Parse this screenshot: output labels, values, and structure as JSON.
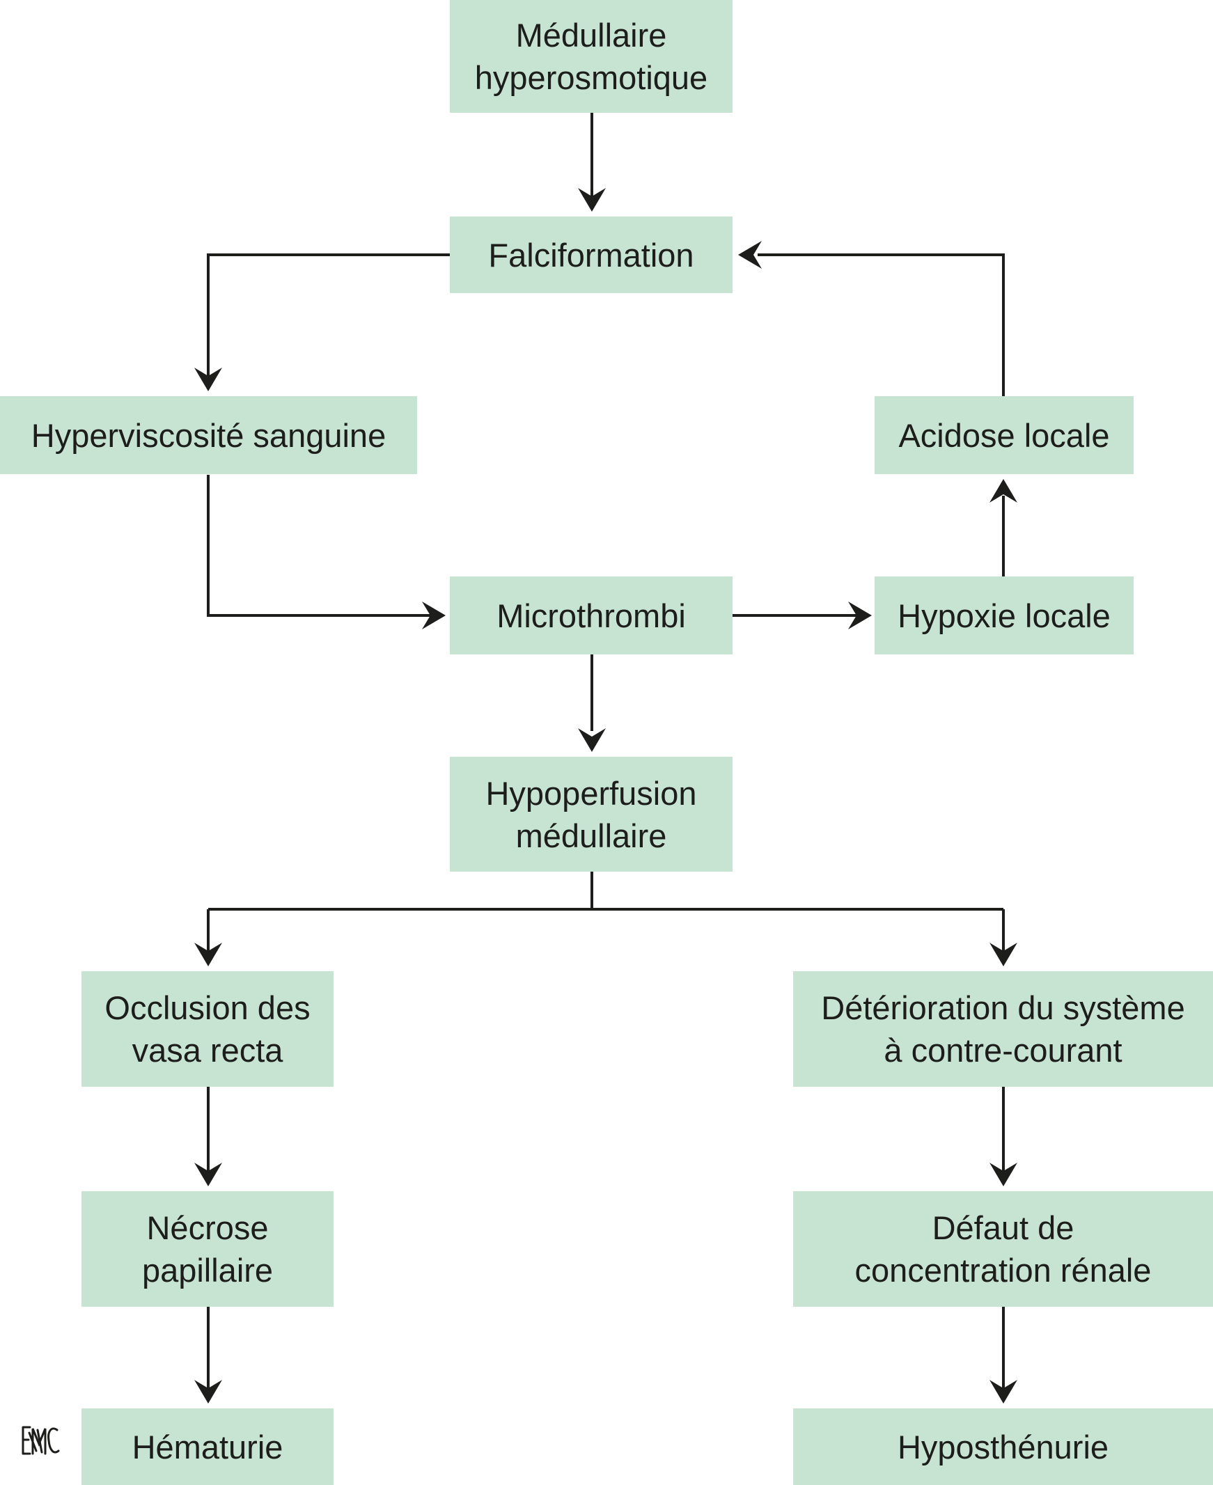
{
  "diagram": {
    "type": "flowchart",
    "box_color": "#c6e4d1",
    "line_color": "#1d1d1b",
    "text_color": "#1d1d1b",
    "nodes": {
      "medullaire_hyperosmotique": "Médullaire\nhyperosmotique",
      "falciformation": "Falciformation",
      "hyperviscosite_sanguine": "Hyperviscosité sanguine",
      "acidose_locale": "Acidose locale",
      "microthrombi": "Microthrombi",
      "hypoxie_locale": "Hypoxie locale",
      "hypoperfusion_medullaire": "Hypoperfusion\nmédullaire",
      "occlusion_vasa_recta": "Occlusion des\nvasa recta",
      "deterioration_contre_courant": "Détérioration du système\nà contre-courant",
      "necrose_papillaire": "Nécrose\npapillaire",
      "defaut_concentration": "Défaut de\nconcentration rénale",
      "hematurie": "Hématurie",
      "hyposthenurie": "Hyposthénurie"
    },
    "edges": [
      {
        "from": "medullaire_hyperosmotique",
        "to": "falciformation"
      },
      {
        "from": "falciformation",
        "to": "hyperviscosite_sanguine"
      },
      {
        "from": "hyperviscosite_sanguine",
        "to": "microthrombi"
      },
      {
        "from": "microthrombi",
        "to": "hypoxie_locale"
      },
      {
        "from": "hypoxie_locale",
        "to": "acidose_locale"
      },
      {
        "from": "acidose_locale",
        "to": "falciformation"
      },
      {
        "from": "microthrombi",
        "to": "hypoperfusion_medullaire"
      },
      {
        "from": "hypoperfusion_medullaire",
        "to": "occlusion_vasa_recta"
      },
      {
        "from": "hypoperfusion_medullaire",
        "to": "deterioration_contre_courant"
      },
      {
        "from": "occlusion_vasa_recta",
        "to": "necrose_papillaire"
      },
      {
        "from": "necrose_papillaire",
        "to": "hematurie"
      },
      {
        "from": "deterioration_contre_courant",
        "to": "defaut_concentration"
      },
      {
        "from": "defaut_concentration",
        "to": "hyposthenurie"
      }
    ],
    "logo": "EMC"
  }
}
